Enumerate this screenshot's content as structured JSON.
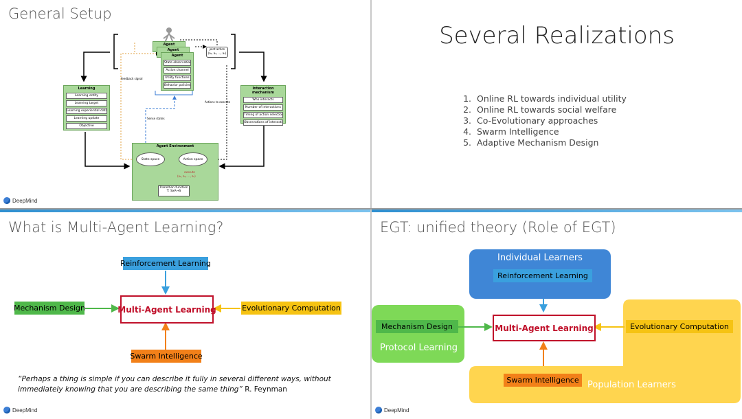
{
  "brand": "DeepMind",
  "slide1": {
    "title": "General Setup",
    "agent": {
      "header": "Agent",
      "stack_labels": [
        "Agent",
        "Agent"
      ],
      "items": [
        "State observations",
        "Action channel",
        "Utility functions",
        "Behavior policies"
      ]
    },
    "joint_action": "joint action (a₁, a₂, ..., aₙ)",
    "learning": {
      "header": "Learning",
      "items": [
        "Learning entity",
        "Learning target",
        "Learning experiential data",
        "Learning update",
        "Objective"
      ]
    },
    "interaction": {
      "header": "Interaction mechanism",
      "items": [
        "Who interacts",
        "Number of interactions",
        "Timing of action selections",
        "Observations of interactions"
      ]
    },
    "environment": {
      "header": "Agent Environment",
      "state_space": "State space",
      "action_space": "Action space",
      "execute": "execute",
      "execute_tuple": "(a₁, a₂, ..., aₙ)",
      "transition": "Transition function",
      "transition_formula": "T: SxA→S"
    },
    "labels": {
      "feedback": "feedback signal",
      "sense": "Sense states",
      "actions": "Actions to execute"
    }
  },
  "slide2": {
    "title": "Several Realizations",
    "items": [
      {
        "num": "1.",
        "text": "Online RL towards individual utility"
      },
      {
        "num": "2.",
        "text": "Online RL towards social welfare"
      },
      {
        "num": "3.",
        "text": "Co-Evolutionary approaches"
      },
      {
        "num": "4.",
        "text": "Swarm Intelligence"
      },
      {
        "num": "5.",
        "text": "Adaptive Mechanism Design"
      }
    ]
  },
  "slide3": {
    "title": "What is Multi-Agent Learning?",
    "rl": "Reinforcement Learning",
    "md": "Mechanism Design",
    "mal": "Multi-Agent Learning",
    "ec": "Evolutionary Computation",
    "si": "Swarm Intelligence",
    "quote_line1": "“Perhaps a thing is simple if you can describe it fully in several different ways, without",
    "quote_line2": "immediately knowing that you are describing the same thing”",
    "quote_author": "R. Feynman"
  },
  "slide4": {
    "title": "EGT: unified theory (Role of EGT)",
    "individual": "Individual Learners",
    "rl": "Reinforcement Learning",
    "md": "Mechanism Design",
    "protocol": "Protocol Learning",
    "mal": "Multi-Agent Learning",
    "ec": "Evolutionary Computation",
    "si": "Swarm Intelligence",
    "population": "Population Learners"
  },
  "colors": {
    "rl": "#3aa0de",
    "md": "#4fb84a",
    "ec": "#f6c313",
    "si": "#f28019",
    "mal_border": "#c0102a",
    "individual_panel": "#3f86d6",
    "protocol_panel": "#7ed957",
    "population_panel": "#ffd54f"
  }
}
